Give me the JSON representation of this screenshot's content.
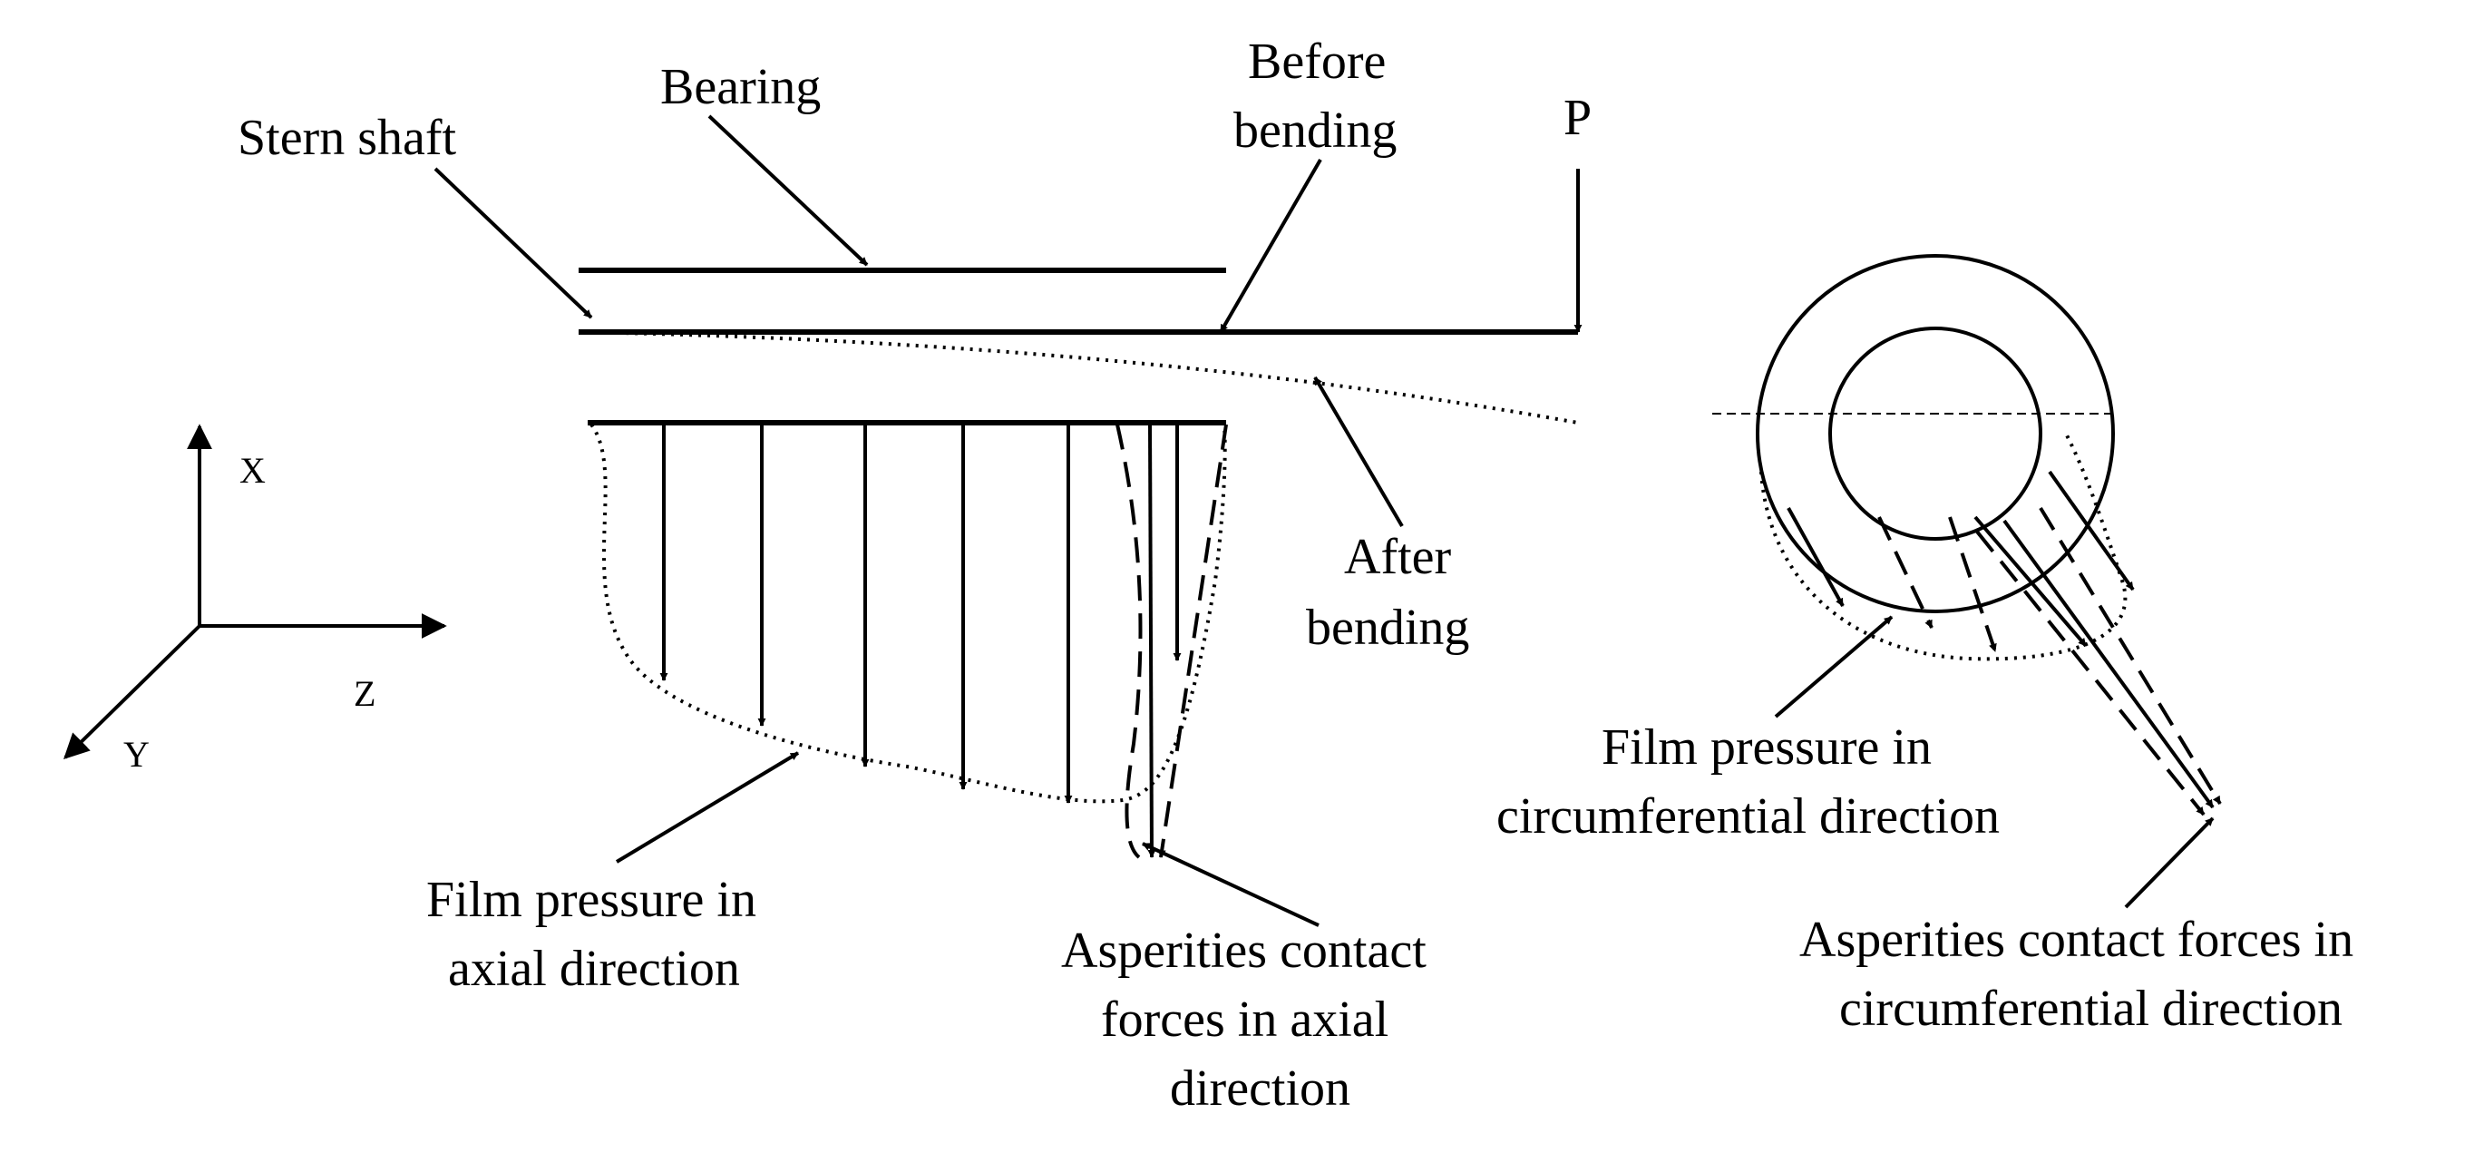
{
  "labels": {
    "stern_shaft": "Stern shaft",
    "bearing": "Bearing",
    "before_bending_1": "Before",
    "before_bending_2": "bending",
    "load": "P",
    "after_bending_1": "After",
    "after_bending_2": "bending",
    "film_axial_1": "Film pressure in",
    "film_axial_2": "axial direction",
    "asp_axial_1": "Asperities contact",
    "asp_axial_2": "forces in axial",
    "asp_axial_3": "direction",
    "film_circ_1": "Film pressure in",
    "film_circ_2": "circumferential direction",
    "asp_circ_1": "Asperities contact  forces in",
    "asp_circ_2": "circumferential direction"
  },
  "axes": {
    "x": "X",
    "y": "Y",
    "z": "Z"
  }
}
